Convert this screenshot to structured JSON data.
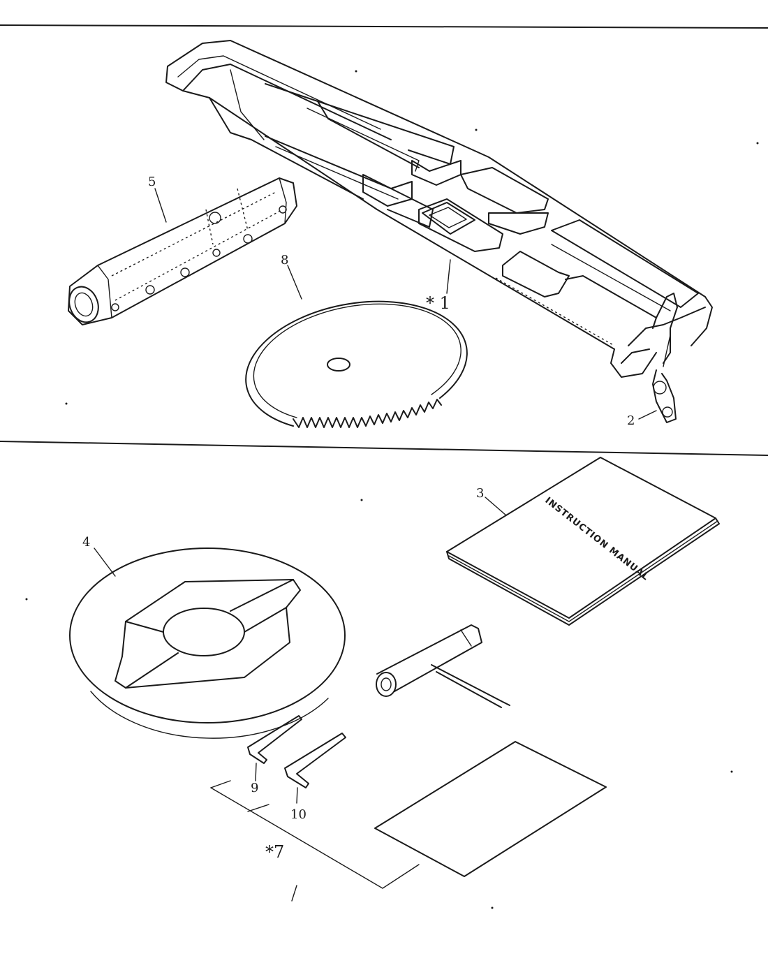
{
  "callouts": {
    "p1": "* 1",
    "p2": "2",
    "p3": "3",
    "p4": "4",
    "p5": "5",
    "p7": "*7",
    "p8": "8",
    "p9": "9",
    "p10": "10"
  },
  "manual": {
    "title": "INSTRUCTION MANUAL"
  },
  "colors": {
    "ink": "#1a1a1a",
    "paper": "#ffffff"
  }
}
